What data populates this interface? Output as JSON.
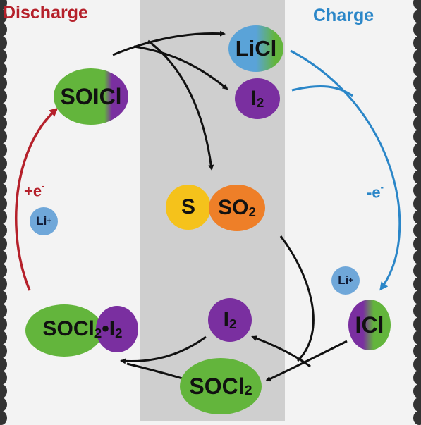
{
  "headers": {
    "discharge": "Discharge",
    "charge": "Charge"
  },
  "left_side": {
    "electron_label": "+e",
    "electron_sup": "-",
    "ion_label": "Li",
    "ion_sup": "+"
  },
  "right_side": {
    "electron_label": "-e",
    "electron_sup": "-",
    "ion_label": "Li",
    "ion_sup": "+"
  },
  "species": {
    "soicl": "SOICl",
    "licl": "LiCl",
    "i2_top": {
      "base": "I",
      "sub": "2"
    },
    "s": "S",
    "so2": {
      "base": "SO",
      "sub": "2"
    },
    "socl2_i2": {
      "base1": "SOCl",
      "sub1": "2",
      "sep": "•",
      "base2": "I",
      "sub2": "2"
    },
    "i2_bottom": {
      "base": "I",
      "sub": "2"
    },
    "icl": "ICl",
    "socl2": {
      "base": "SOCl",
      "sub": "2"
    }
  },
  "colors": {
    "green": "#63b53c",
    "purple": "#7a2fa0",
    "blue": "#5aa3d8",
    "yellow": "#f5c21b",
    "orange": "#ee7f28",
    "discharge": "#b5202a",
    "charge": "#2a86c8",
    "band": "#cfcfcf"
  }
}
